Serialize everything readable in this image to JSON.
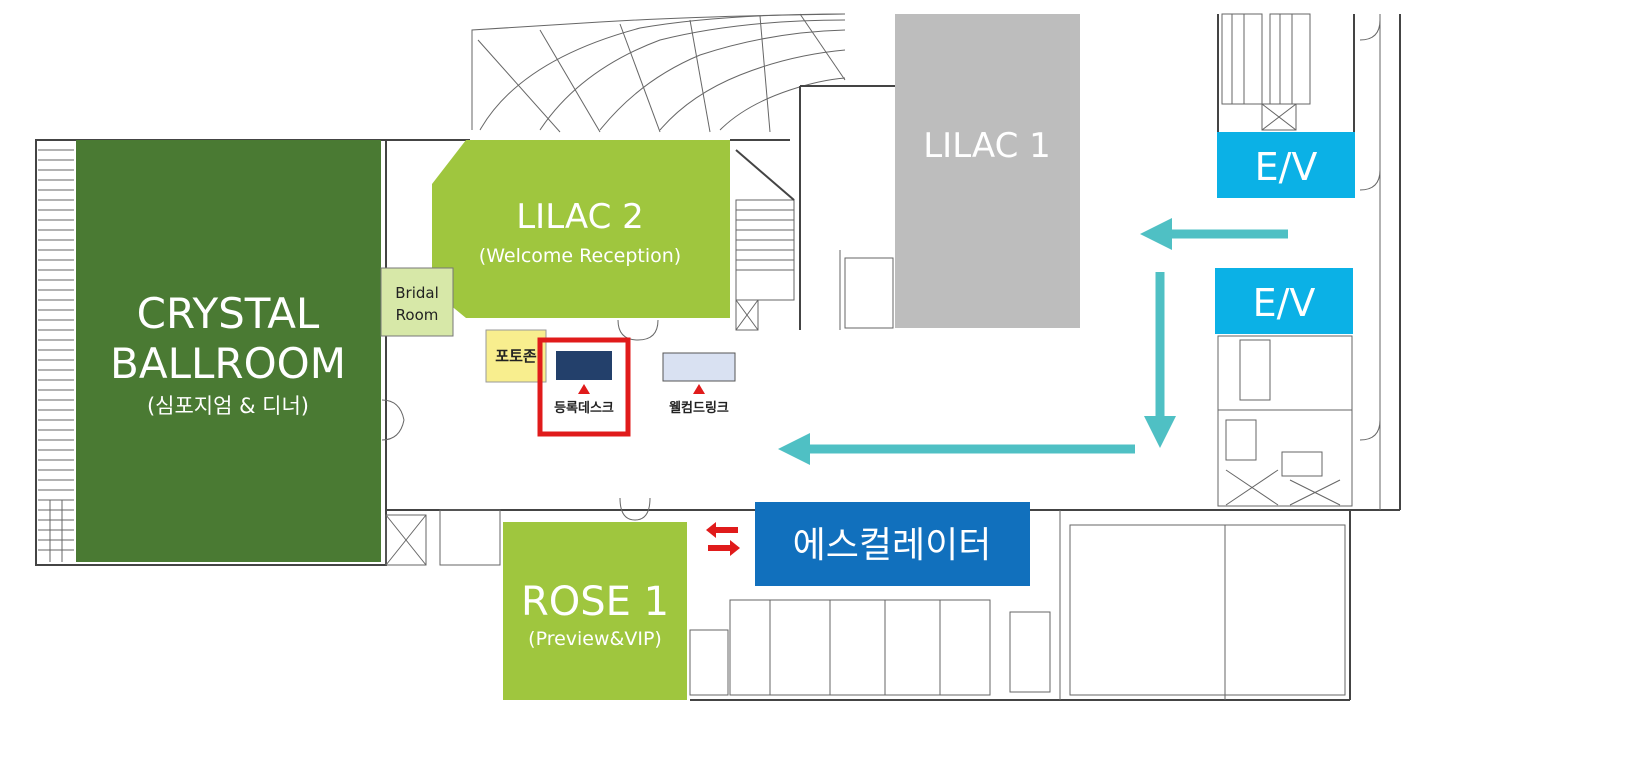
{
  "colors": {
    "ballroom": "#4a7a33",
    "lilac2": "#9fc63e",
    "lilac1": "#bdbdbd",
    "rose1": "#9fc63e",
    "bridal": "#d7e8a8",
    "photo_zone": "#f8ee8e",
    "ev": "#0bb1e6",
    "escalator": "#1170bd",
    "arrow": "#4fc0c4",
    "reg_desk": "#23406b",
    "reg_frame": "#e01b1b",
    "welcome_drink": "#d9e1f2",
    "marker": "#e01b1b"
  },
  "rooms": {
    "ballroom": {
      "line1": "CRYSTAL",
      "line2": "BALLROOM",
      "sub": "(심포지엄 & 디너)"
    },
    "lilac2": {
      "name": "LILAC 2",
      "sub": "(Welcome Reception)"
    },
    "lilac1": {
      "name": "LILAC 1"
    },
    "rose1": {
      "name": "ROSE 1",
      "sub": "(Preview&VIP)"
    },
    "bridal": {
      "line1": "Bridal",
      "line2": "Room"
    }
  },
  "photo_zone": "포토존",
  "registration_desk": "등록데스크",
  "welcome_drink": "웰컴드링크",
  "elevators": {
    "top": "E/V",
    "middle": "E/V"
  },
  "escalator": "에스컬레이터"
}
